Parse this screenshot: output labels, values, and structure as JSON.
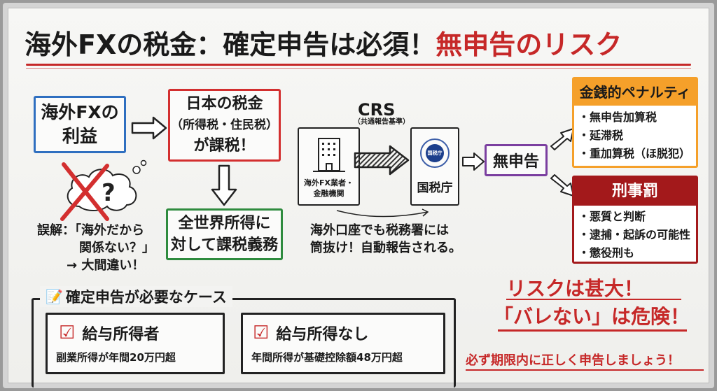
{
  "title": {
    "main": "海外FXの税金：確定申告は必須！",
    "accent": "無申告のリスク"
  },
  "flow": {
    "profit": [
      "海外FXの",
      "利益"
    ],
    "japan_tax": [
      "日本の税金",
      "（所得税・住民税）",
      "が課税！"
    ],
    "worldwide": [
      "全世界所得に",
      "対して課税義務"
    ],
    "misconception": [
      "誤解：「海外だから",
      "関係ない？」",
      "→ 大間違い！"
    ],
    "question_mark": "?"
  },
  "crs": {
    "label": "CRS",
    "sub": "（共通報告基準）",
    "broker": [
      "海外FX業者・",
      "金融機関"
    ],
    "nta_seal": "国税庁",
    "nta": "国税庁",
    "note": [
      "海外口座でも税務署には",
      "筒抜け！自動報告される。"
    ]
  },
  "no_filing": "無申告",
  "penalties": {
    "money": {
      "title": "金銭的ペナルティ",
      "items": [
        "・無申告加算税",
        "・延滞税",
        "・重加算税（ほ脱犯）"
      ]
    },
    "criminal": {
      "title": "刑事罰",
      "items": [
        "・悪質と判断",
        "・逮捕・起訴の可能性",
        "・懲役刑も"
      ]
    }
  },
  "cases": {
    "title": "確定申告が必要なケース",
    "items": [
      {
        "label": "給与所得者",
        "desc": "副業所得が年間20万円超"
      },
      {
        "label": "給与所得なし",
        "desc": "年間所得が基礎控除額48万円超"
      }
    ]
  },
  "warning": {
    "line1": "リスクは甚大！",
    "line2": "「バレない」は危険！",
    "cta": "必ず期限内に正しく申告しましょう！"
  },
  "colors": {
    "red": "#c62828",
    "blue": "#2f6fc0",
    "green": "#2e8b3e",
    "purple": "#7b3fa0",
    "orange": "#f5a02a",
    "darkred": "#a3191b"
  }
}
